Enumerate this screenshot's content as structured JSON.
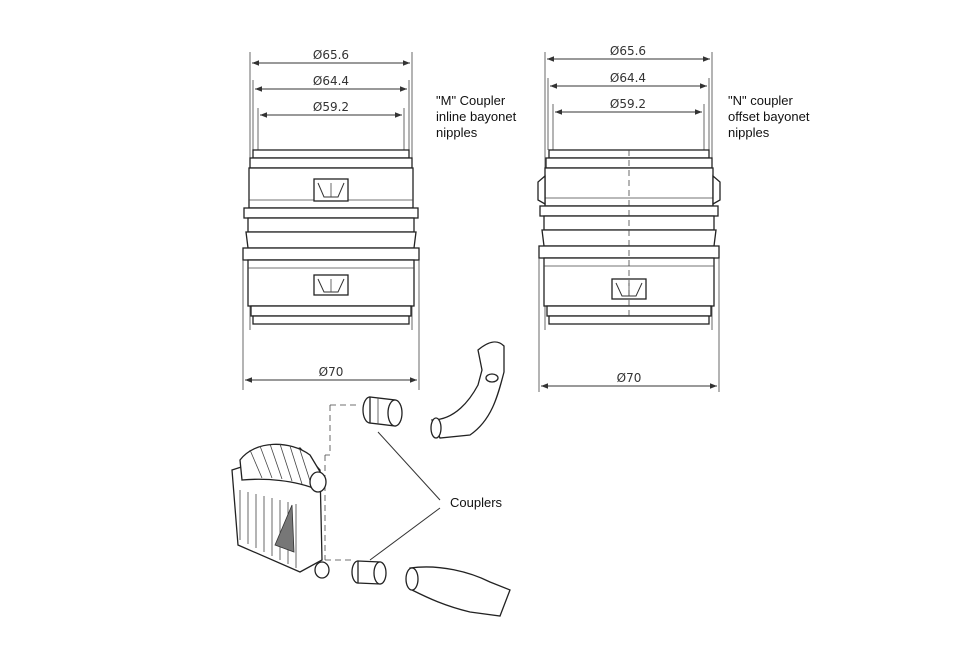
{
  "coupler_m": {
    "dim_top": "Ø65.6",
    "dim_mid": "Ø64.4",
    "dim_inner": "Ø59.2",
    "dim_bottom": "Ø70",
    "label_lines": [
      "\"M\" Coupler",
      "inline bayonet",
      "nipples"
    ]
  },
  "coupler_n": {
    "dim_top": "Ø65.6",
    "dim_mid": "Ø64.4",
    "dim_inner": "Ø59.2",
    "dim_bottom": "Ø70",
    "label_lines": [
      "\"N\" coupler",
      "offset bayonet",
      "nipples"
    ]
  },
  "assembly": {
    "callout": "Couplers"
  }
}
